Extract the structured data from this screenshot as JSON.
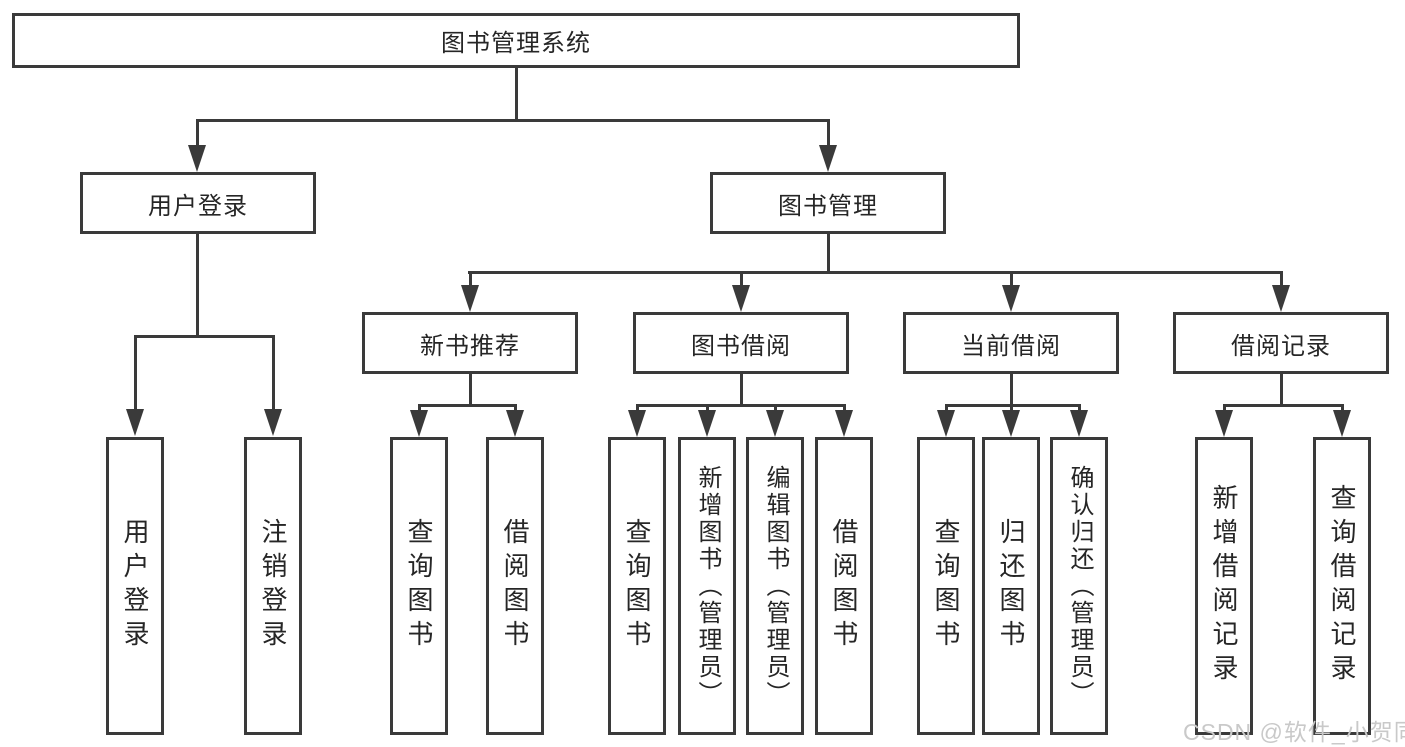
{
  "diagram_type": "hierarchy-tree",
  "colors": {
    "line": "#3a3a3a",
    "text": "#262626",
    "background": "#ffffff",
    "watermark_color": "#c9c9c9"
  },
  "tree": {
    "label": "图书管理系统",
    "children": [
      {
        "label": "用户登录",
        "children": [
          {
            "label": "用户登录"
          },
          {
            "label": "注销登录"
          }
        ]
      },
      {
        "label": "图书管理",
        "children": [
          {
            "label": "新书推荐",
            "children": [
              {
                "label": "查询图书"
              },
              {
                "label": "借阅图书"
              }
            ]
          },
          {
            "label": "图书借阅",
            "children": [
              {
                "label": "查询图书"
              },
              {
                "label": "新增图书（管理员）"
              },
              {
                "label": "编辑图书（管理员）"
              },
              {
                "label": "借阅图书"
              }
            ]
          },
          {
            "label": "当前借阅",
            "children": [
              {
                "label": "查询图书"
              },
              {
                "label": "归还图书"
              },
              {
                "label": "确认归还（管理员）"
              }
            ]
          },
          {
            "label": "借阅记录",
            "children": [
              {
                "label": "新增借阅记录"
              },
              {
                "label": "查询借阅记录"
              }
            ]
          }
        ]
      }
    ]
  },
  "watermark": {
    "text": "CSDN @软件_小贺同学"
  }
}
